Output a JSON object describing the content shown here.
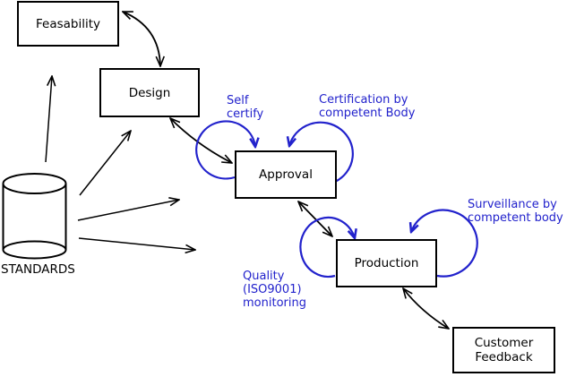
{
  "diagram": {
    "type": "process-flow-diagram",
    "colors": {
      "line_black": "#000000",
      "annotation_blue": "#2222cc",
      "background": "#ffffff"
    },
    "nodes": {
      "feasability": {
        "label": "Feasability",
        "shape": "rectangle"
      },
      "design": {
        "label": "Design",
        "shape": "rectangle"
      },
      "approval": {
        "label": "Approval",
        "shape": "rectangle"
      },
      "production": {
        "label": "Production",
        "shape": "rectangle"
      },
      "customer_feedback": {
        "label": "Customer\nFeedback",
        "shape": "rectangle"
      },
      "standards": {
        "label": "STANDARDS",
        "shape": "cylinder"
      }
    },
    "annotations": {
      "self_certify": {
        "text": "Self\ncertify"
      },
      "certification": {
        "text": "Certification by\ncompetent Body"
      },
      "surveillance": {
        "text": "Surveillance by\ncompetent body"
      },
      "quality_monitoring": {
        "text": "Quality\n(ISO9001)\nmonitoring"
      }
    },
    "edges": [
      {
        "from": "feasability",
        "to": "design",
        "style": "double-arrow"
      },
      {
        "from": "design",
        "to": "approval",
        "style": "double-arrow"
      },
      {
        "from": "approval",
        "to": "production",
        "style": "double-arrow"
      },
      {
        "from": "production",
        "to": "customer_feedback",
        "style": "double-arrow"
      },
      {
        "from": "standards",
        "to": "feasability",
        "style": "arrow"
      },
      {
        "from": "standards",
        "to": "design",
        "style": "arrow"
      },
      {
        "from": "standards",
        "to": "approval",
        "style": "arrow"
      },
      {
        "from": "standards",
        "to": "production",
        "style": "arrow"
      },
      {
        "from": "approval",
        "to": "approval",
        "style": "self-loop",
        "annotation": "self_certify"
      },
      {
        "from": "approval",
        "to": "approval",
        "style": "self-loop",
        "annotation": "certification"
      },
      {
        "from": "production",
        "to": "production",
        "style": "self-loop",
        "annotation": "quality_monitoring"
      },
      {
        "from": "production",
        "to": "production",
        "style": "self-loop",
        "annotation": "surveillance"
      }
    ]
  }
}
